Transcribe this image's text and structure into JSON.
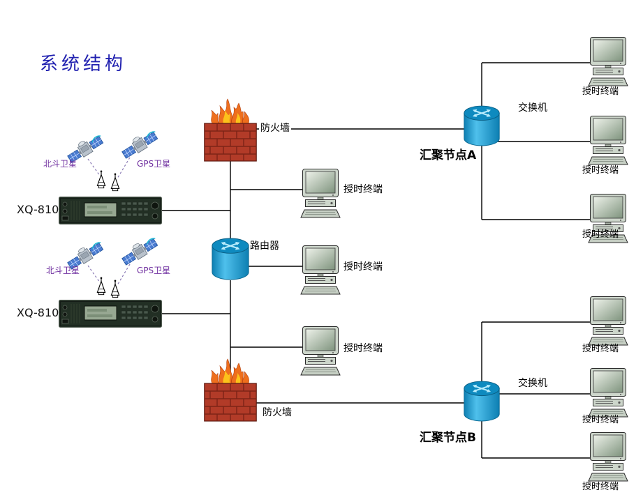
{
  "title": "系统结构",
  "left": {
    "groups": [
      {
        "device_label": "XQ-810",
        "beidou_label": "北斗卫星",
        "gps_label": "GPS卫星"
      },
      {
        "device_label": "XQ-810",
        "beidou_label": "北斗卫星",
        "gps_label": "GPS卫星"
      }
    ]
  },
  "center": {
    "router_label": "路由器",
    "firewall_top_label": "防火墙",
    "firewall_bottom_label": "防火墙",
    "terminals": [
      "授时终端",
      "授时终端",
      "授时终端"
    ]
  },
  "right": {
    "switch_a": {
      "label": "交换机",
      "node_label": "汇聚节点A",
      "terminals": [
        "授时终端",
        "授时终端",
        "授时终端"
      ]
    },
    "switch_b": {
      "label": "交换机",
      "node_label": "汇聚节点B",
      "terminals": [
        "授时终端",
        "授时终端",
        "授时终端"
      ]
    }
  },
  "colors": {
    "title_blue": "#2222b0",
    "satellite_label_purple": "#7030a0",
    "cylinder_blue": "#1aa0dc",
    "brick_red": "#b23b28",
    "flame_orange": "#ee6f1d",
    "line_black": "#000000"
  }
}
